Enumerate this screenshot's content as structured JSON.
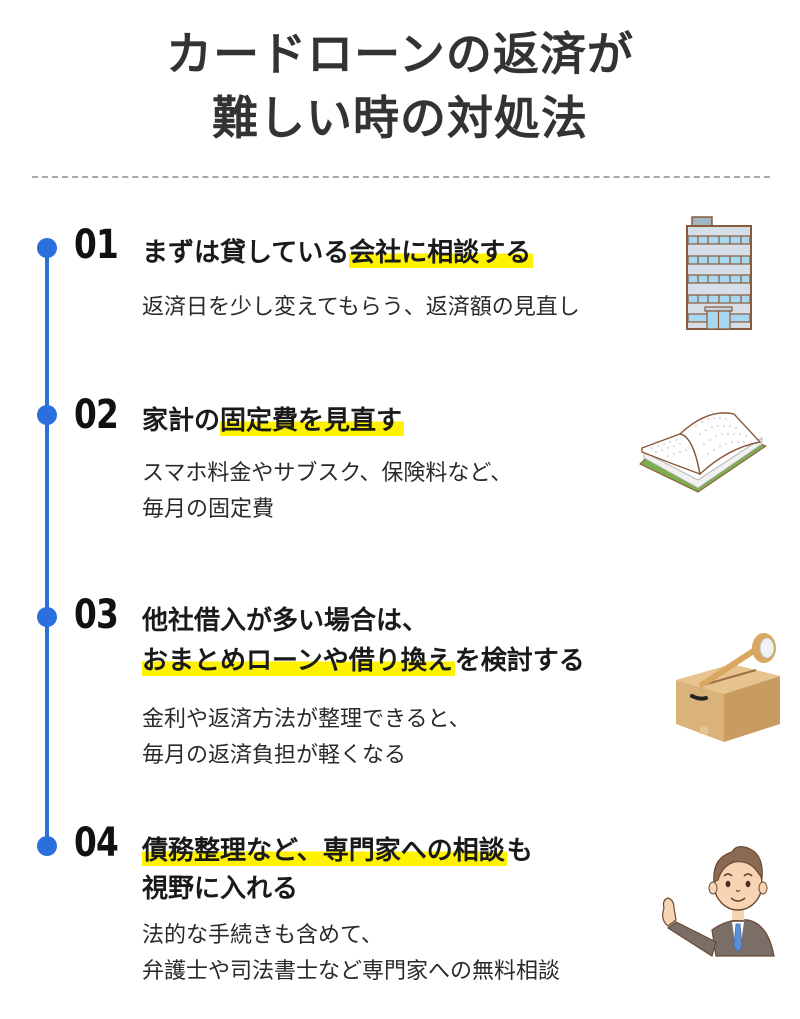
{
  "title": {
    "line1": "カードローンの返済が",
    "line2": "難しい時の対処法"
  },
  "accent_colors": {
    "timeline": "#2a6fdb",
    "highlight": "#fff200",
    "title": "#333333"
  },
  "steps": [
    {
      "number": "01",
      "heading_plain": "まずは貸している",
      "heading_highlight": "会社に相談する",
      "description": [
        "返済日を少し変えてもらう、返済額の見直し"
      ],
      "icon": "office-building-icon"
    },
    {
      "number": "02",
      "heading_plain": "家計の",
      "heading_highlight": "固定費を見直す",
      "description": [
        "スマホ料金やサブスク、保険料など、",
        "毎月の固定費"
      ],
      "icon": "open-book-icon"
    },
    {
      "number": "03",
      "heading_line1": "他社借入が多い場合は、",
      "heading_highlight": "おまとめローンや借り換え",
      "heading_plain_after": "を検討する",
      "description": [
        "金利や返済方法が整理できると、",
        "毎月の返済負担が軽くなる"
      ],
      "icon": "cardboard-box-tape-icon"
    },
    {
      "number": "04",
      "heading_highlight": "債務整理など、専門家への相談",
      "heading_plain_after": "も",
      "heading_line2": "視野に入れる",
      "description": [
        "法的な手続きも含めて、",
        "弁護士や司法書士など専門家への無料相談"
      ],
      "icon": "businessman-icon"
    }
  ]
}
